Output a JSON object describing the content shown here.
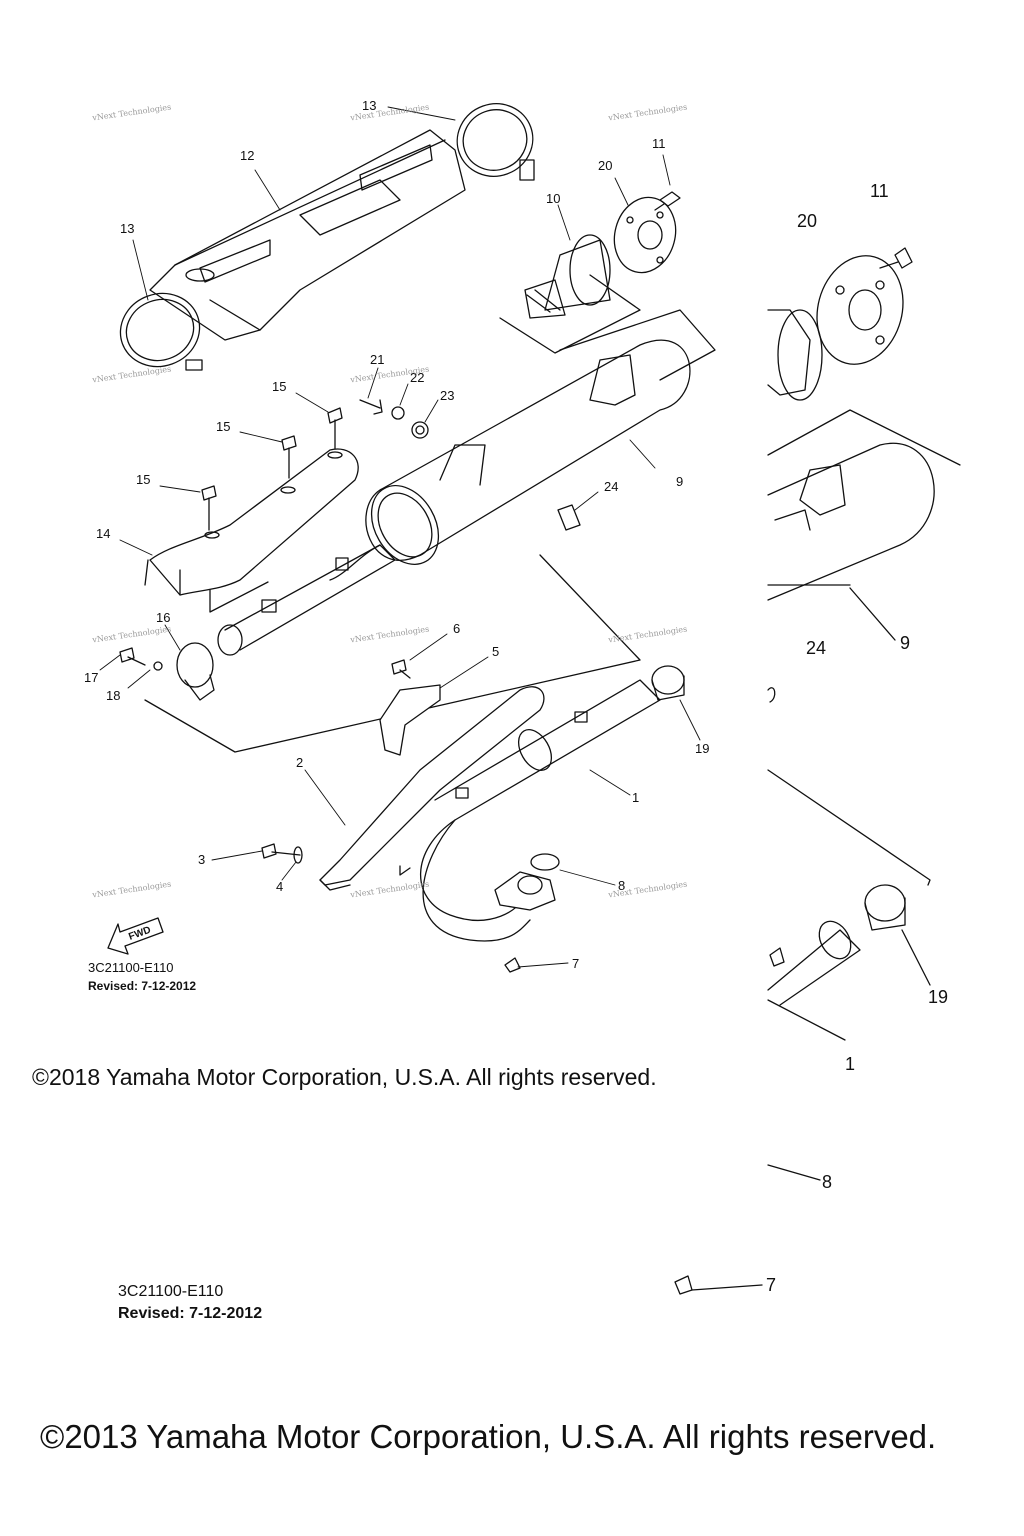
{
  "diagram": {
    "callouts_small": [
      {
        "id": "c13a",
        "label": "13"
      },
      {
        "id": "c12",
        "label": "12"
      },
      {
        "id": "c13b",
        "label": "13"
      },
      {
        "id": "c11a",
        "label": "11"
      },
      {
        "id": "c20a",
        "label": "20"
      },
      {
        "id": "c10",
        "label": "10"
      },
      {
        "id": "c21",
        "label": "21"
      },
      {
        "id": "c22",
        "label": "22"
      },
      {
        "id": "c23",
        "label": "23"
      },
      {
        "id": "c15a",
        "label": "15"
      },
      {
        "id": "c15b",
        "label": "15"
      },
      {
        "id": "c15c",
        "label": "15"
      },
      {
        "id": "c9",
        "label": "9"
      },
      {
        "id": "c24",
        "label": "24"
      },
      {
        "id": "c14",
        "label": "14"
      },
      {
        "id": "c16",
        "label": "16"
      },
      {
        "id": "c17",
        "label": "17"
      },
      {
        "id": "c18",
        "label": "18"
      },
      {
        "id": "c6",
        "label": "6"
      },
      {
        "id": "c5",
        "label": "5"
      },
      {
        "id": "c19",
        "label": "19"
      },
      {
        "id": "c2",
        "label": "2"
      },
      {
        "id": "c1",
        "label": "1"
      },
      {
        "id": "c3",
        "label": "3"
      },
      {
        "id": "c4",
        "label": "4"
      },
      {
        "id": "c8",
        "label": "8"
      },
      {
        "id": "c7",
        "label": "7"
      }
    ],
    "callouts_large": [
      {
        "id": "L11",
        "label": "11"
      },
      {
        "id": "L20",
        "label": "20"
      },
      {
        "id": "L24",
        "label": "24"
      },
      {
        "id": "L9",
        "label": "9"
      },
      {
        "id": "L19",
        "label": "19"
      },
      {
        "id": "L1",
        "label": "1"
      },
      {
        "id": "L8",
        "label": "8"
      },
      {
        "id": "L7",
        "label": "7"
      }
    ],
    "fwd_label": "FWD",
    "watermark": "vNext Technologies"
  },
  "footer_small": {
    "code": "3C21100-E110",
    "revised": "Revised: 7-12-2012",
    "copyright": "©2018 Yamaha Motor Corporation, U.S.A. All rights reserved."
  },
  "footer_large": {
    "code": "3C21100-E110",
    "revised": "Revised: 7-12-2012",
    "copyright": "©2013 Yamaha Motor Corporation, U.S.A. All rights reserved."
  },
  "colors": {
    "line": "#111111",
    "background": "#ffffff",
    "watermark": "#9a9a9a"
  }
}
